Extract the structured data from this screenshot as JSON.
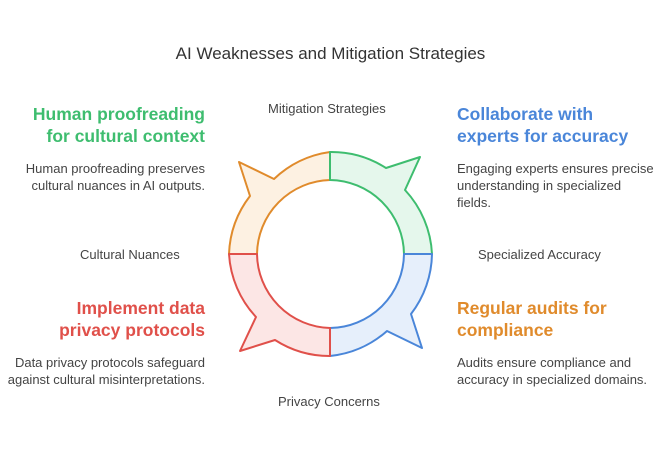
{
  "title": "AI Weaknesses and Mitigation Strategies",
  "axis_labels": {
    "top": "Mitigation Strategies",
    "left": "Cultural Nuances",
    "right": "Specialized Accuracy",
    "bottom": "Privacy Concerns"
  },
  "quadrants": {
    "top_left": {
      "heading": "Human proofreading for cultural context",
      "description": "Human proofreading preserves cultural nuances in AI outputs.",
      "color": "#3ebd6f"
    },
    "top_right": {
      "heading": "Collaborate with experts for accuracy",
      "description": "Engaging experts ensures precise understanding in specialized fields.",
      "color": "#4a86d9"
    },
    "bottom_left": {
      "heading": "Implement data privacy protocols",
      "description": "Data privacy protocols safeguard against cultural misinterpretations.",
      "color": "#e0504a"
    },
    "bottom_right": {
      "heading": "Regular audits for compliance",
      "description": "Audits ensure compliance and accuracy in specialized domains.",
      "color": "#e08b2c"
    }
  },
  "cycle_colors": {
    "orange": "#e08b2c",
    "green": "#3ebd6f",
    "blue": "#4a86d9",
    "red": "#e0504a"
  }
}
